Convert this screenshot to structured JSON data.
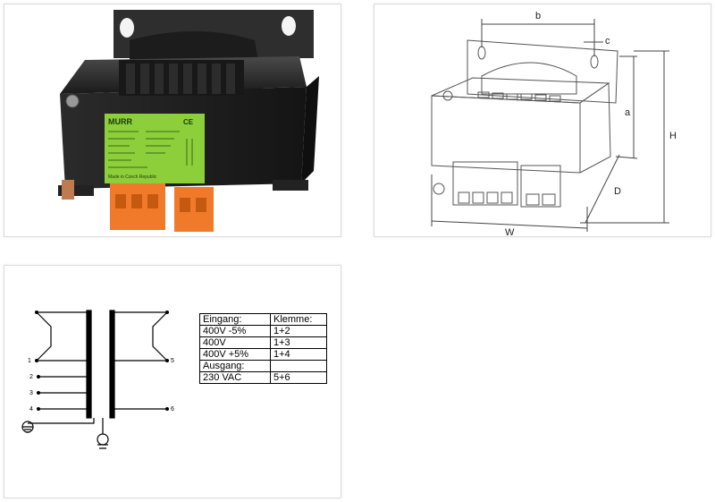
{
  "photo": {
    "brand": "MURR",
    "marking": "CE",
    "origin": "Made in Czech Republic"
  },
  "dimensions": {
    "labels": {
      "b": "b",
      "c": "c",
      "a": "a",
      "H": "H",
      "D": "D",
      "W": "W"
    }
  },
  "wiring": {
    "terminal_numbers": [
      "1",
      "2",
      "3",
      "4",
      "5",
      "6"
    ],
    "table": {
      "header": [
        "Eingang:",
        "Klemme:"
      ],
      "rows": [
        [
          "400V -5%",
          "1+2"
        ],
        [
          "400V",
          "1+3"
        ],
        [
          "400V +5%",
          "1+4"
        ],
        [
          "Ausgang:",
          ""
        ],
        [
          "230 VAC",
          "5+6"
        ]
      ]
    }
  },
  "colors": {
    "terminal_orange": "#f07a2a",
    "label_green": "#8ccf3a",
    "housing": "#1e1e1e"
  }
}
